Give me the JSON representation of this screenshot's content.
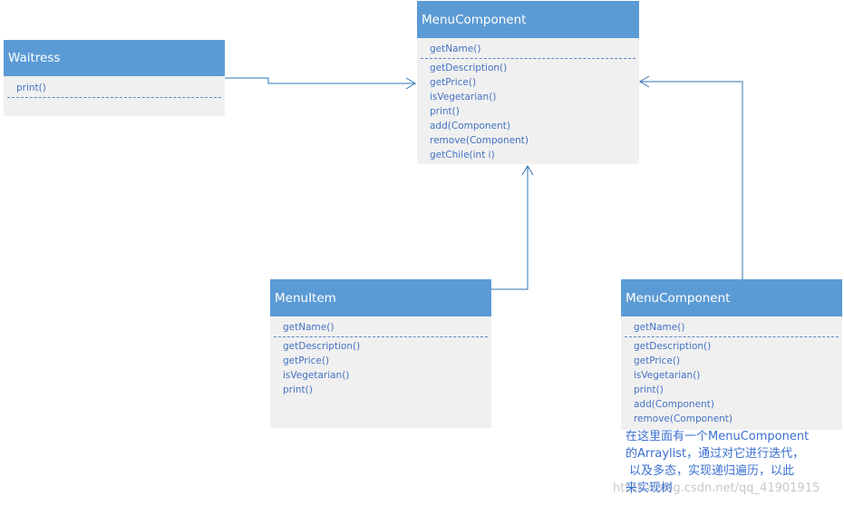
{
  "waitress": {
    "title": "Waitress",
    "methods": [
      "print()"
    ]
  },
  "menu_component_top": {
    "title": "MenuComponent",
    "methods_primary": [
      "getName()"
    ],
    "methods_secondary": [
      "getDescription()",
      "getPrice()",
      "isVegetarian()",
      "print()",
      "add(Component)",
      "remove(Component)",
      "getChile(int i)"
    ]
  },
  "menu_item": {
    "title": "MenuItem",
    "methods_primary": [
      "getName()"
    ],
    "methods_secondary": [
      "getDescription()",
      "getPrice()",
      "isVegetarian()",
      "print()"
    ]
  },
  "menu_component_bottom": {
    "title": "MenuComponent",
    "methods_primary": [
      "getName()"
    ],
    "methods_secondary": [
      "getDescription()",
      "getPrice()",
      "isVegetarian()",
      "print()",
      "add(Component)",
      "remove(Component)"
    ]
  },
  "note": {
    "lines": [
      "在这里面有一个MenuComponent",
      "的Arraylist，通过对它进行迭代，",
      "以及多态，实现递归遍历，以此",
      "来实现树"
    ]
  },
  "watermark": "https://blog.csdn.net/qq_41901915",
  "colors": {
    "header": "#5b9bd5",
    "body": "#f0f0f0",
    "method_text": "#4472c4",
    "connector": "#2e75b6",
    "note_text": "#3a6fd0"
  }
}
